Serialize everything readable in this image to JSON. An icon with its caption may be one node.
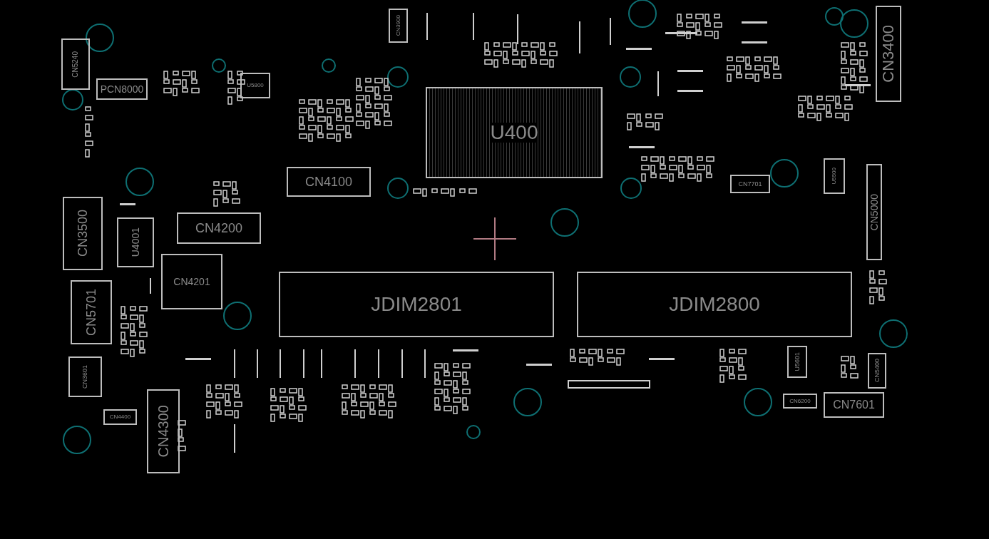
{
  "diagram": {
    "nodes": [
      {
        "text": [
          "CN3900"
        ]
      },
      {
        "text": [
          "CN3400"
        ]
      },
      {
        "text": [
          "CN5240"
        ]
      },
      {
        "text": [
          "PCN8000"
        ]
      },
      {
        "text": [
          "U5800"
        ]
      },
      {
        "text": [
          "U400"
        ]
      },
      {
        "text": [
          "CN4100"
        ]
      },
      {
        "text": [
          "CN7701"
        ]
      },
      {
        "text": [
          "U5500"
        ]
      },
      {
        "text": [
          "CN5000"
        ]
      },
      {
        "text": [
          "CN4200"
        ]
      },
      {
        "text": [
          "CN3500"
        ]
      },
      {
        "text": [
          "U4001"
        ]
      },
      {
        "text": [
          "CN4201"
        ]
      },
      {
        "text": [
          "JDIM2801"
        ]
      },
      {
        "text": [
          "JDIM2800"
        ]
      },
      {
        "text": [
          "CN5701"
        ]
      },
      {
        "text": [
          "CN3601"
        ]
      },
      {
        "text": [
          "U5601"
        ]
      },
      {
        "text": [
          "CN5400"
        ]
      },
      {
        "text": [
          "CN4400"
        ]
      },
      {
        "text": [
          "CN4300"
        ]
      },
      {
        "text": [
          "CN6200"
        ]
      },
      {
        "text": [
          "CN7601"
        ]
      }
    ]
  }
}
